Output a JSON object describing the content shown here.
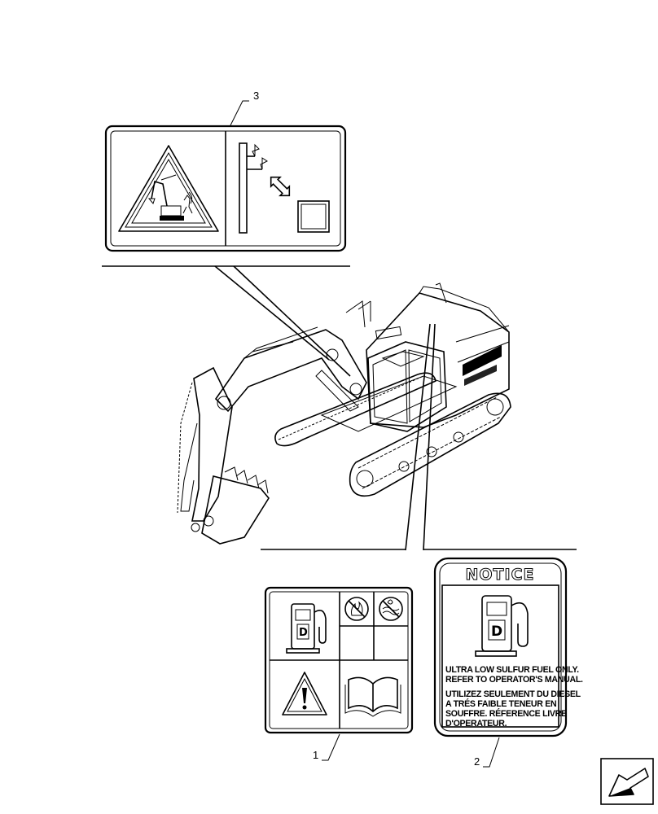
{
  "callouts": {
    "item1": "1",
    "item2": "2",
    "item3": "3"
  },
  "notice_decal": {
    "title": "NOTICE",
    "line1": "ULTRA LOW SULFUR FUEL ONLY.",
    "line2": "REFER TO OPERATOR'S MANUAL.",
    "line3": "UTILIZEZ SEULEMENT DU DIESEL",
    "line4": "A TRÉS FAIBLE TENEUR EN",
    "line5": "SOUFFRE. RÉFERENCE LIVRE",
    "line6": "D'OPERATEUR."
  },
  "icons": {
    "warning_decal": "excavator-swing-warning-icon",
    "fuel_pump": "fuel-pump-diesel-icon",
    "no_flame": "no-open-flame-icon",
    "no_water": "no-water-icon",
    "caution": "caution-triangle-icon",
    "manual": "operators-manual-icon",
    "nav_arrow": "next-page-arrow-icon"
  },
  "colors": {
    "line": "#000000",
    "background": "#ffffff"
  }
}
